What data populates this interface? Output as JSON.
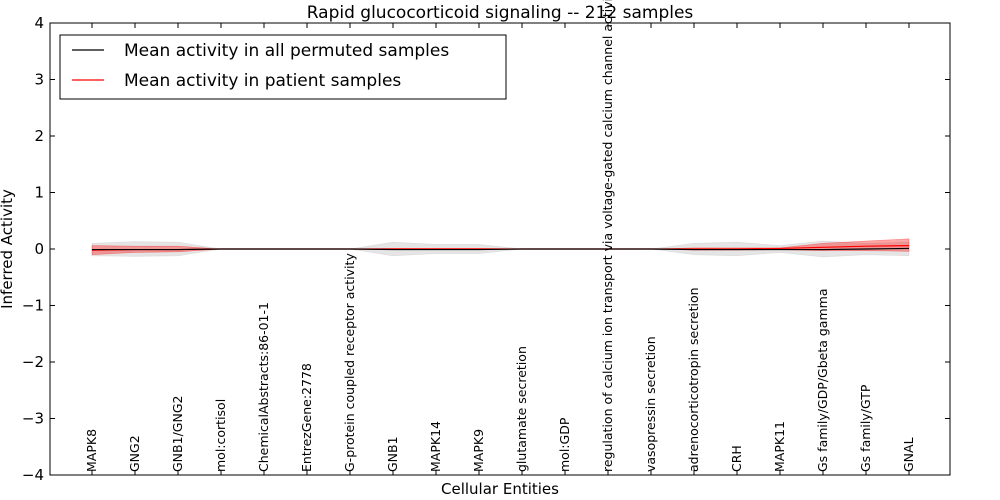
{
  "chart_data": {
    "type": "line",
    "title": "Rapid glucocorticoid signaling -- 212 samples",
    "xlabel": "Cellular Entities",
    "ylabel": "Inferred Activity",
    "ylim": [
      -4,
      4
    ],
    "yticks": [
      "4",
      "3",
      "2",
      "1",
      "0",
      "−1",
      "−2",
      "−3",
      "−4"
    ],
    "ytick_values": [
      4,
      3,
      2,
      1,
      0,
      -1,
      -2,
      -3,
      -4
    ],
    "legend_position": "top-left",
    "categories": [
      "MAPK8",
      "GNG2",
      "GNB1/GNG2",
      "mol:cortisol",
      "ChemicalAbstracts:86-01-1",
      "EntrezGene:2778",
      "G-protein coupled receptor activity",
      "GNB1",
      "MAPK14",
      "MAPK9",
      "glutamate secretion",
      "mol:GDP",
      "regulation of calcium ion transport via voltage-gated calcium channel activity",
      "vasopressin secretion",
      "adrenocorticotropin secretion",
      "CRH",
      "MAPK11",
      "Gs family/GDP/Gbeta gamma",
      "Gs family/GTP",
      "GNAL"
    ],
    "series": [
      {
        "name": "Mean activity in all permuted samples",
        "color": "#000000",
        "values": [
          -0.01,
          -0.01,
          -0.01,
          0,
          0,
          0,
          0,
          -0.01,
          -0.01,
          -0.01,
          0,
          0,
          0,
          0,
          -0.01,
          -0.01,
          -0.01,
          -0.01,
          0.0,
          0.01
        ],
        "band_lower": [
          -0.12,
          -0.13,
          -0.12,
          0,
          0,
          0,
          0,
          -0.12,
          -0.08,
          -0.08,
          0,
          0,
          0,
          0,
          -0.1,
          -0.12,
          -0.06,
          -0.14,
          -0.1,
          -0.12
        ],
        "band_upper": [
          0.1,
          0.13,
          0.12,
          0,
          0,
          0,
          0,
          0.12,
          0.08,
          0.08,
          0,
          0,
          0,
          0,
          0.1,
          0.12,
          0.06,
          0.14,
          0.1,
          0.12
        ],
        "band_color": "#cccccc"
      },
      {
        "name": "Mean activity in patient samples",
        "color": "#ff0000",
        "values": [
          -0.02,
          -0.01,
          -0.01,
          0,
          0,
          0,
          0,
          0,
          0,
          0,
          0,
          0,
          0,
          0,
          0,
          0,
          0.01,
          0.03,
          0.05,
          0.06
        ],
        "band_lower": [
          -0.1,
          -0.06,
          -0.05,
          0,
          0,
          0,
          0,
          -0.01,
          -0.01,
          -0.01,
          0,
          0,
          0,
          0,
          -0.02,
          -0.02,
          -0.01,
          -0.03,
          -0.03,
          -0.04
        ],
        "band_upper": [
          0.06,
          0.05,
          0.05,
          0,
          0,
          0,
          0,
          0.01,
          0.01,
          0.01,
          0,
          0,
          0,
          0,
          0.02,
          0.02,
          0.02,
          0.1,
          0.14,
          0.18
        ],
        "band_color": "#ff0000"
      }
    ]
  }
}
